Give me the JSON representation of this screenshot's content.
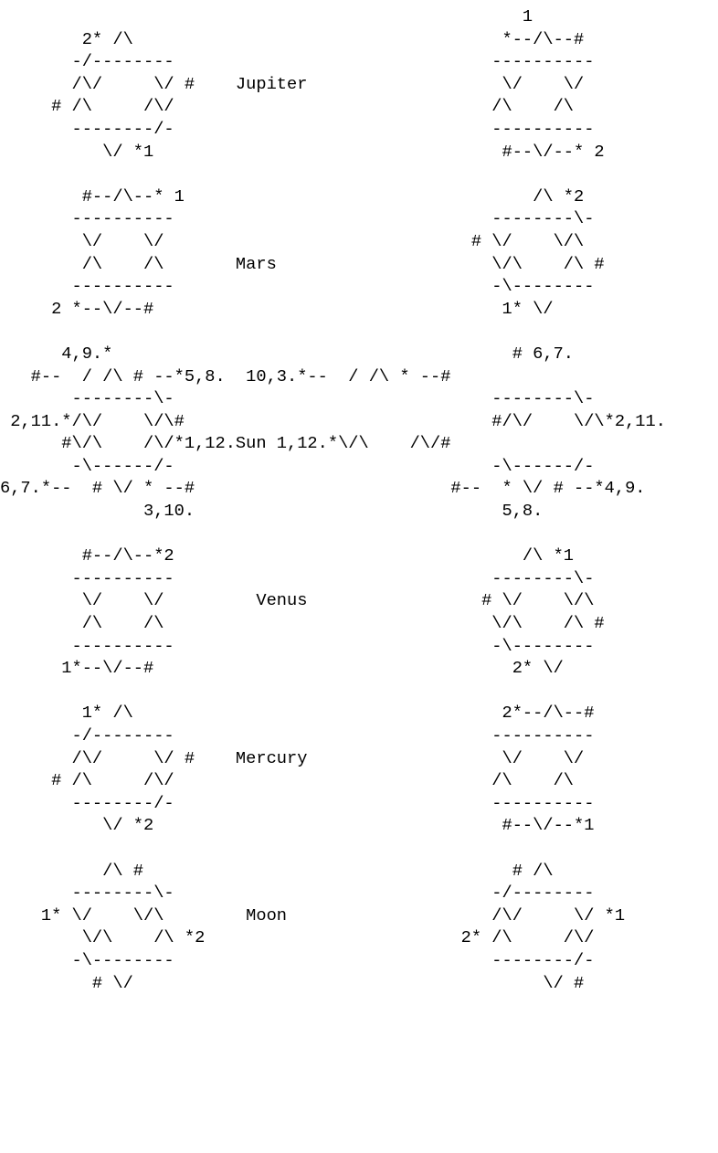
{
  "text_color": "#000000",
  "background_color": "#ffffff",
  "diagram_lines": [
    "                                                   1",
    "        2* /\\                                    *--/\\--#",
    "       -/--------                               ----------",
    "       /\\/     \\/ #    Jupiter                   \\/    \\/",
    "     # /\\     /\\/                               /\\    /\\",
    "       --------/-                               ----------",
    "          \\/ *1                                  #--\\/--* 2",
    "",
    "        #--/\\--* 1                                  /\\ *2",
    "       ----------                               --------\\-",
    "        \\/    \\/                              # \\/    \\/\\",
    "        /\\    /\\       Mars                     \\/\\    /\\ #",
    "       ----------                               -\\--------",
    "     2 *--\\/--#                                  1* \\/",
    "",
    "      4,9.*                                       # 6,7.",
    "   #--  / /\\ # --*5,8.  10,3.*--  / /\\ * --#",
    "       --------\\-                               --------\\-",
    " 2,11.*/\\/    \\/\\#                              #/\\/    \\/\\*2,11.",
    "      #\\/\\    /\\/*1,12.Sun 1,12.*\\/\\    /\\/#",
    "       -\\------/-                               -\\------/-",
    "6,7.*--  # \\/ * --#                         #--  * \\/ # --*4,9.",
    "              3,10.                              5,8.",
    "",
    "        #--/\\--*2                                  /\\ *1",
    "       ----------                               --------\\-",
    "        \\/    \\/         Venus                 # \\/    \\/\\",
    "        /\\    /\\                                \\/\\    /\\ #",
    "       ----------                               -\\--------",
    "      1*--\\/--#                                   2* \\/",
    "",
    "        1* /\\                                    2*--/\\--#",
    "       -/--------                               ----------",
    "       /\\/     \\/ #    Mercury                   \\/    \\/",
    "     # /\\     /\\/                               /\\    /\\",
    "       --------/-                               ----------",
    "          \\/ *2                                  #--\\/--*1",
    "",
    "          /\\ #                                    # /\\",
    "       --------\\-                               -/--------",
    "    1* \\/    \\/\\        Moon                    /\\/     \\/ *1",
    "        \\/\\    /\\ *2                         2* /\\     /\\/",
    "       -\\--------                               --------/-",
    "         # \\/                                        \\/ #"
  ]
}
